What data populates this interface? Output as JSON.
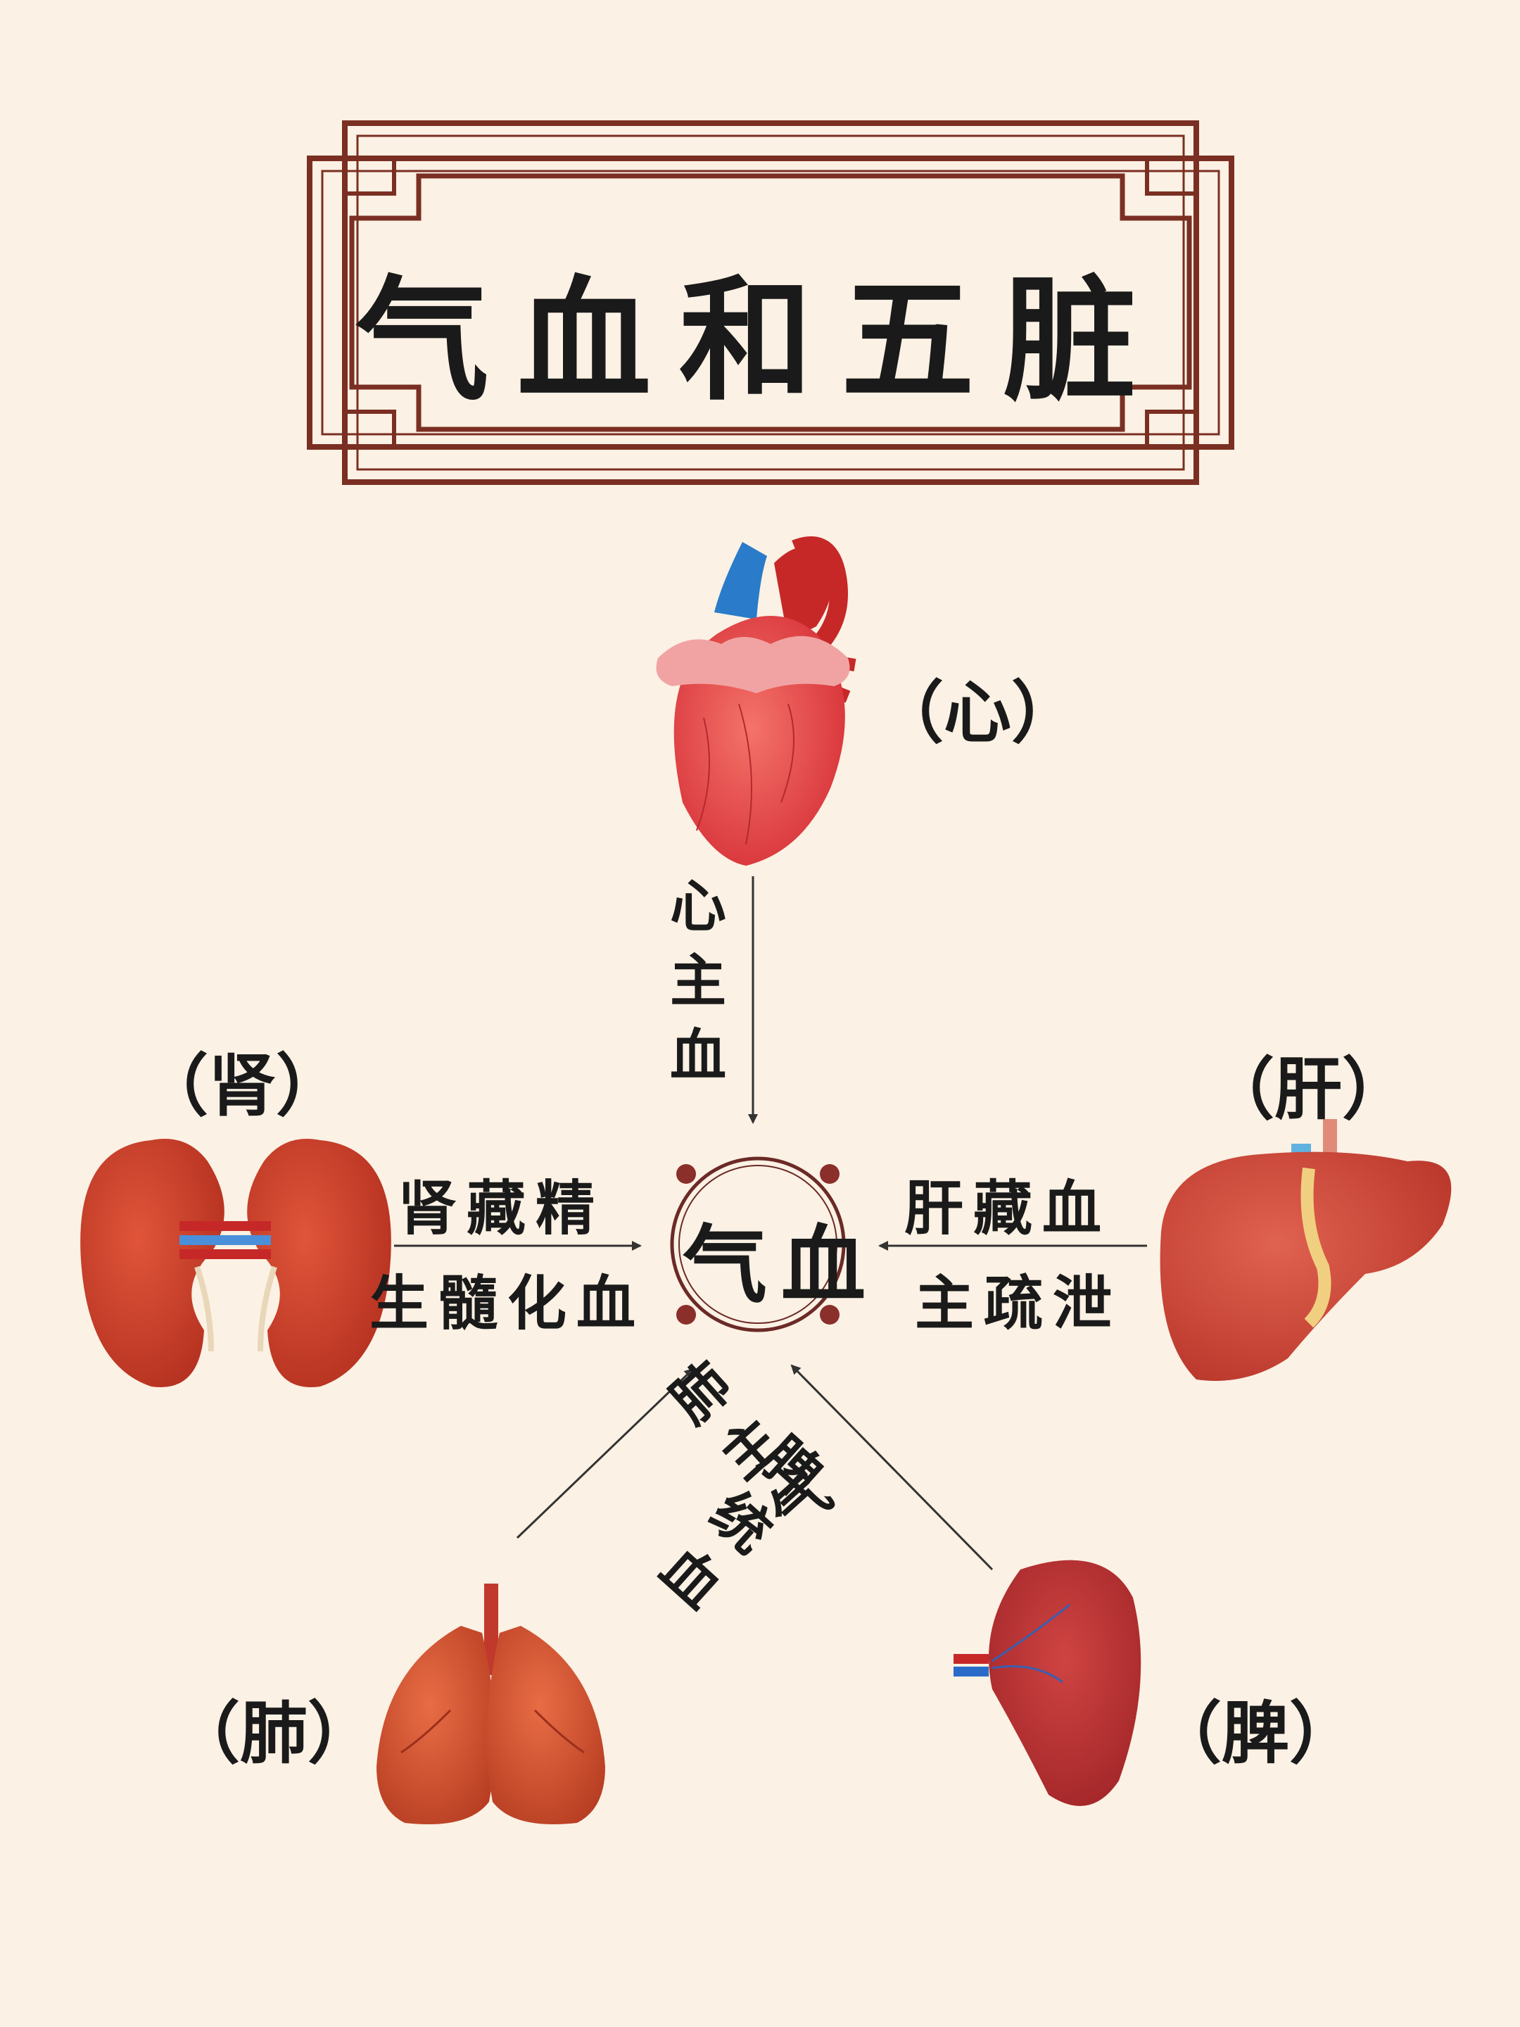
{
  "title": "气血和五脏",
  "center": {
    "label": "气血"
  },
  "organs": {
    "heart": {
      "label": "（心）",
      "relation": "心主血"
    },
    "kidney": {
      "label": "（肾）",
      "relation_line1": "肾藏精",
      "relation_line2": "生髓化血"
    },
    "liver": {
      "label": "（肝）",
      "relation_line1": "肝藏血",
      "relation_line2": "主疏泄"
    },
    "lung": {
      "label": "（肺）",
      "relation": "肺主气"
    },
    "spleen": {
      "label": "（脾）",
      "relation": "脾统血"
    }
  },
  "colors": {
    "frame": "#7a2f22",
    "arrow": "#333333",
    "background": "#fbf1e4"
  },
  "icons": [
    "heart-icon",
    "kidney-icon",
    "liver-icon",
    "lung-icon",
    "spleen-icon"
  ]
}
